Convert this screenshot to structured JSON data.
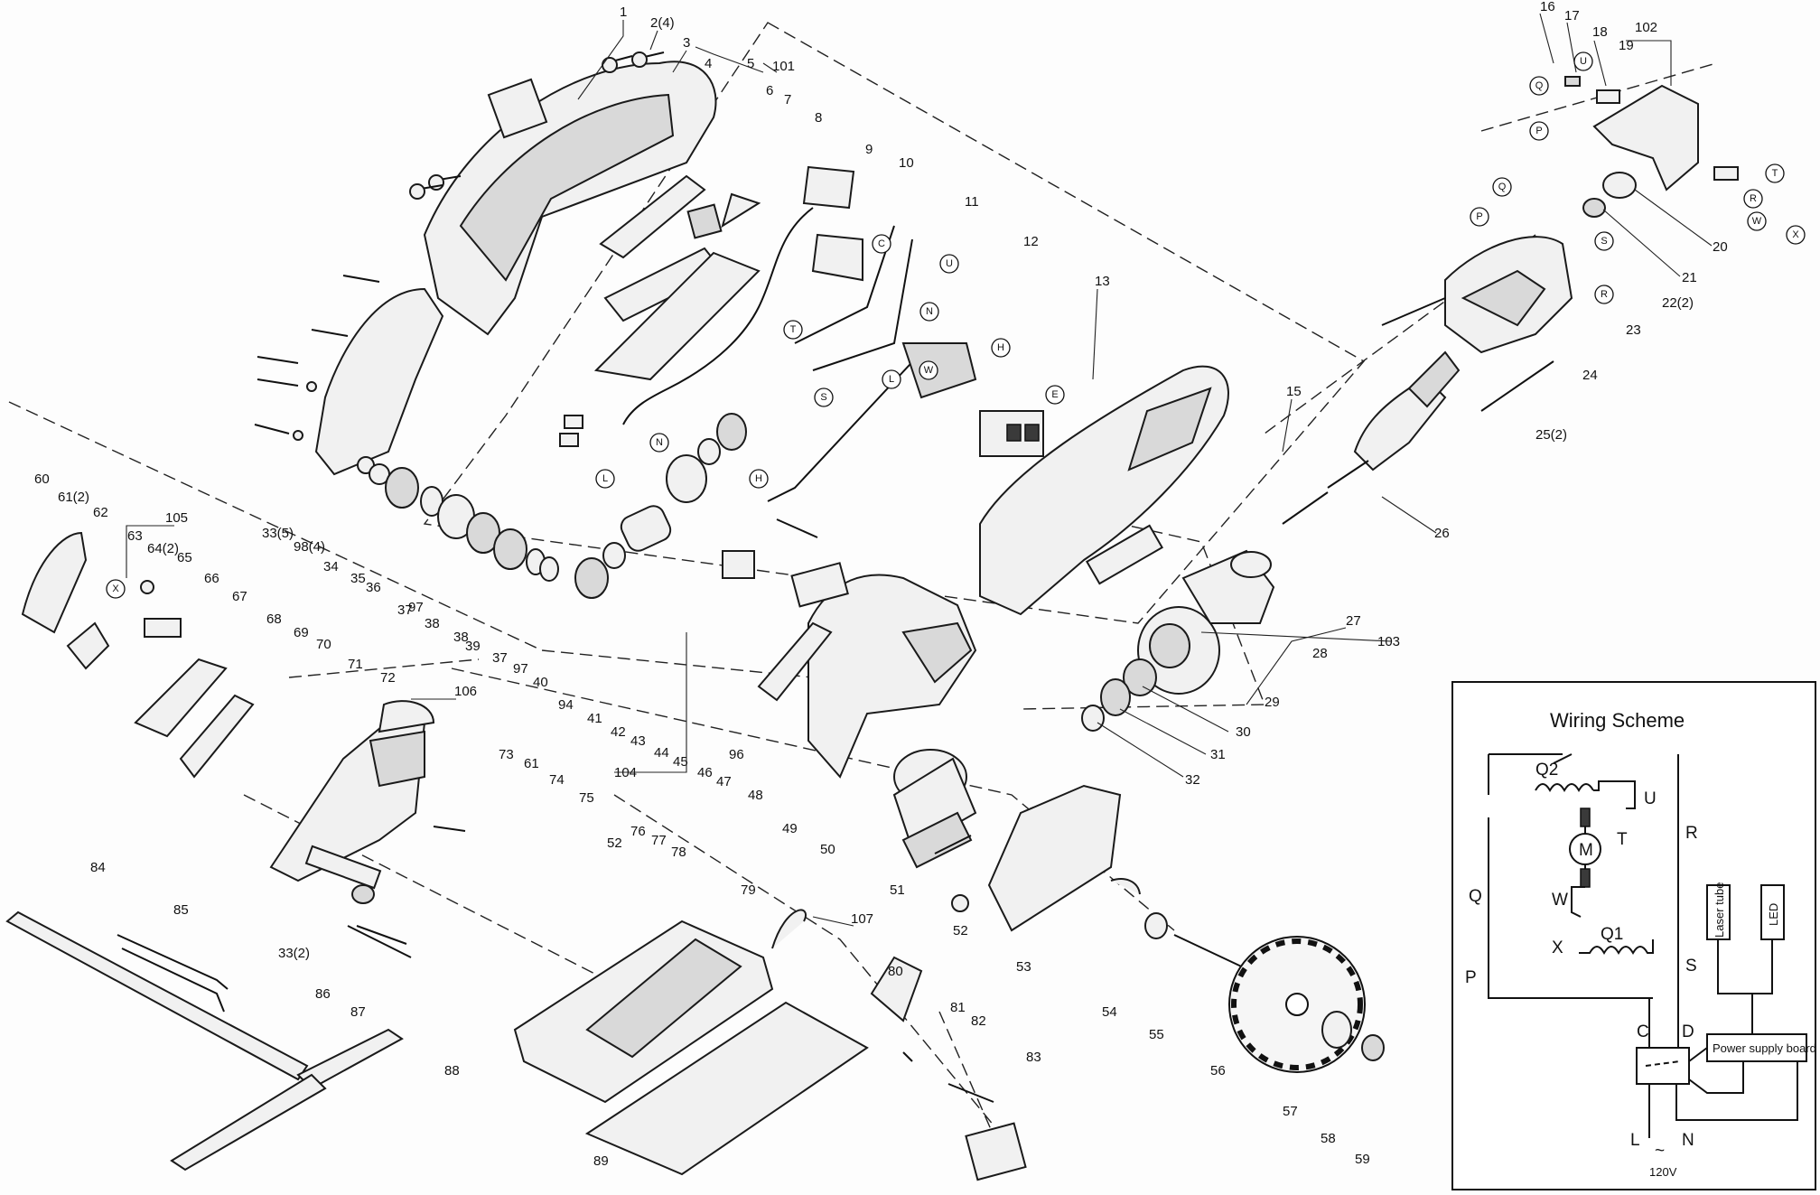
{
  "part_numbers": {
    "p1": "1",
    "p2": "2(4)",
    "p3": "3",
    "p4": "4",
    "p5": "5",
    "p6": "6",
    "p7": "7",
    "p8": "8",
    "p9": "9",
    "p10": "10",
    "p11": "11",
    "p12": "12",
    "p13": "13",
    "p15": "15",
    "p16": "16",
    "p17": "17",
    "p18": "18",
    "p19": "19",
    "p20": "20",
    "p21": "21",
    "p22": "22(2)",
    "p23": "23",
    "p24": "24",
    "p25": "25(2)",
    "p26": "26",
    "p27": "27",
    "p28": "28",
    "p29": "29",
    "p30": "30",
    "p31": "31",
    "p32": "32",
    "p33": "33(5)",
    "p33b": "33(2)",
    "p34": "34",
    "p35": "35",
    "p36": "36",
    "p37": "37",
    "p37b": "37",
    "p38": "38",
    "p38b": "38",
    "p39": "39",
    "p40": "40",
    "p41": "41",
    "p42": "42",
    "p43": "43",
    "p44": "44",
    "p45": "45",
    "p46": "46",
    "p47": "47",
    "p48": "48",
    "p49": "49",
    "p50": "50",
    "p51": "51",
    "p52": "52",
    "p52b": "52",
    "p53": "53",
    "p54": "54",
    "p55": "55",
    "p56": "56",
    "p57": "57",
    "p58": "58",
    "p59": "59",
    "p60": "60",
    "p61": "61(2)",
    "p61b": "61",
    "p62": "62",
    "p63": "63",
    "p64": "64(2)",
    "p65": "65",
    "p66": "66",
    "p67": "67",
    "p68": "68",
    "p69": "69",
    "p70": "70",
    "p71": "71",
    "p72": "72",
    "p73": "73",
    "p74": "74",
    "p75": "75",
    "p76": "76",
    "p77": "77",
    "p78": "78",
    "p79": "79",
    "p80": "80",
    "p81": "81",
    "p82": "82",
    "p83": "83",
    "p84": "84",
    "p85": "85",
    "p86": "86",
    "p87": "87",
    "p88": "88",
    "p89": "89",
    "p94": "94",
    "p96": "96",
    "p97": "97",
    "p97b": "97",
    "p98": "98(4)",
    "p101": "101",
    "p102": "102",
    "p103": "103",
    "p104": "104",
    "p105": "105",
    "p106": "106",
    "p107": "107"
  },
  "wire_letters": {
    "w1": "Q",
    "w2": "P",
    "w3": "U",
    "w4": "T",
    "w5": "W",
    "w6": "X",
    "w7": "S",
    "w8": "R",
    "w9": "N",
    "w10": "L",
    "w11": "H",
    "w12": "C",
    "w13": "Q",
    "w14": "P",
    "w15": "U",
    "w16": "T",
    "w17": "S",
    "w18": "R",
    "w19": "W",
    "w20": "X",
    "w21": "H",
    "w22": "N",
    "w23": "L",
    "w24": "E"
  },
  "wiring_scheme": {
    "title": "Wiring Scheme",
    "q2": "Q2",
    "q1": "Q1",
    "motor": "M",
    "u": "U",
    "t": "T",
    "w": "W",
    "x": "X",
    "r": "R",
    "s": "S",
    "q": "Q",
    "p": "P",
    "c": "C",
    "d": "D",
    "l": "L",
    "n": "N",
    "laser": "Laser tube",
    "led": "LED",
    "psb": "Power supply board",
    "voltage": "120V",
    "ac": "~"
  }
}
